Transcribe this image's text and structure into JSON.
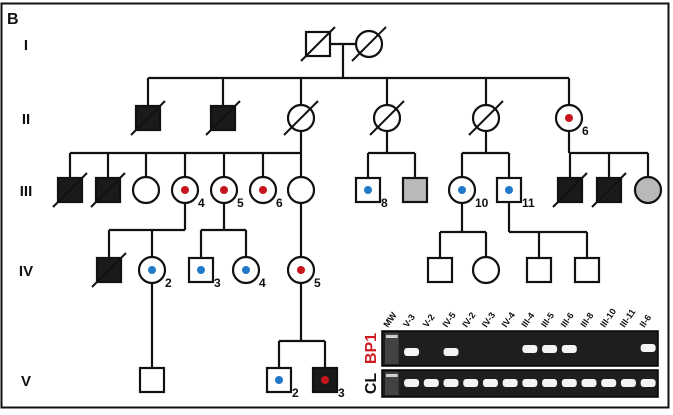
{
  "panel_label": "B",
  "colors": {
    "line": "#111111",
    "affected": "#1a1a1a",
    "unknown_grey": "#b9b9b9",
    "dot_red": "#c8141e",
    "dot_blue": "#1f78c8",
    "gel_bg": "#1e1e1e",
    "band": "#f4f4f4",
    "bp1_label": "#d01b23"
  },
  "generations": [
    {
      "label": "I"
    },
    {
      "label": "II"
    },
    {
      "label": "III"
    },
    {
      "label": "IV"
    },
    {
      "label": "V"
    }
  ],
  "individuals": [
    {
      "id": "I-1",
      "gen": 0,
      "sex": "M",
      "status": "unaffected",
      "deceased": true,
      "dot": null,
      "label": ""
    },
    {
      "id": "I-2",
      "gen": 0,
      "sex": "F",
      "status": "unaffected",
      "deceased": true,
      "dot": null,
      "label": ""
    },
    {
      "id": "II-1",
      "gen": 1,
      "sex": "M",
      "status": "affected",
      "deceased": true,
      "dot": null,
      "label": ""
    },
    {
      "id": "II-2",
      "gen": 1,
      "sex": "M",
      "status": "affected",
      "deceased": true,
      "dot": null,
      "label": ""
    },
    {
      "id": "II-3",
      "gen": 1,
      "sex": "F",
      "status": "unaffected",
      "deceased": true,
      "dot": null,
      "label": ""
    },
    {
      "id": "II-4",
      "gen": 1,
      "sex": "F",
      "status": "unaffected",
      "deceased": true,
      "dot": null,
      "label": ""
    },
    {
      "id": "II-5",
      "gen": 1,
      "sex": "F",
      "status": "unaffected",
      "deceased": true,
      "dot": null,
      "label": ""
    },
    {
      "id": "II-6",
      "gen": 1,
      "sex": "F",
      "status": "unaffected",
      "deceased": false,
      "dot": "red",
      "label": "6"
    },
    {
      "id": "III-1",
      "gen": 2,
      "sex": "M",
      "status": "affected",
      "deceased": true,
      "dot": null,
      "label": ""
    },
    {
      "id": "III-2",
      "gen": 2,
      "sex": "M",
      "status": "affected",
      "deceased": true,
      "dot": null,
      "label": ""
    },
    {
      "id": "III-3",
      "gen": 2,
      "sex": "F",
      "status": "unaffected",
      "deceased": false,
      "dot": null,
      "label": ""
    },
    {
      "id": "III-4",
      "gen": 2,
      "sex": "F",
      "status": "unaffected",
      "deceased": false,
      "dot": "red",
      "label": "4"
    },
    {
      "id": "III-5",
      "gen": 2,
      "sex": "F",
      "status": "unaffected",
      "deceased": false,
      "dot": "red",
      "label": "5"
    },
    {
      "id": "III-6",
      "gen": 2,
      "sex": "F",
      "status": "unaffected",
      "deceased": false,
      "dot": "red",
      "label": "6"
    },
    {
      "id": "III-7",
      "gen": 2,
      "sex": "F",
      "status": "unaffected",
      "deceased": false,
      "dot": null,
      "label": ""
    },
    {
      "id": "III-8",
      "gen": 2,
      "sex": "M",
      "status": "unaffected",
      "deceased": false,
      "dot": "blue",
      "label": "8"
    },
    {
      "id": "III-9",
      "gen": 2,
      "sex": "M",
      "status": "unknown",
      "deceased": false,
      "dot": null,
      "label": ""
    },
    {
      "id": "III-10",
      "gen": 2,
      "sex": "F",
      "status": "unaffected",
      "deceased": false,
      "dot": "blue",
      "label": "10"
    },
    {
      "id": "III-11",
      "gen": 2,
      "sex": "M",
      "status": "unaffected",
      "deceased": false,
      "dot": "blue",
      "label": "11"
    },
    {
      "id": "III-12",
      "gen": 2,
      "sex": "M",
      "status": "affected",
      "deceased": true,
      "dot": null,
      "label": ""
    },
    {
      "id": "III-13",
      "gen": 2,
      "sex": "M",
      "status": "affected",
      "deceased": true,
      "dot": null,
      "label": ""
    },
    {
      "id": "III-14",
      "gen": 2,
      "sex": "F",
      "status": "unknown",
      "deceased": false,
      "dot": null,
      "label": ""
    },
    {
      "id": "IV-1",
      "gen": 3,
      "sex": "M",
      "status": "affected",
      "deceased": true,
      "dot": null,
      "label": ""
    },
    {
      "id": "IV-2",
      "gen": 3,
      "sex": "F",
      "status": "unaffected",
      "deceased": false,
      "dot": "blue",
      "label": "2"
    },
    {
      "id": "IV-3",
      "gen": 3,
      "sex": "M",
      "status": "unaffected",
      "deceased": false,
      "dot": "blue",
      "label": "3"
    },
    {
      "id": "IV-4",
      "gen": 3,
      "sex": "F",
      "status": "unaffected",
      "deceased": false,
      "dot": "blue",
      "label": "4"
    },
    {
      "id": "IV-5",
      "gen": 3,
      "sex": "F",
      "status": "unaffected",
      "deceased": false,
      "dot": "red",
      "label": "5"
    },
    {
      "id": "IV-6",
      "gen": 3,
      "sex": "M",
      "status": "unaffected",
      "deceased": false,
      "dot": null,
      "label": ""
    },
    {
      "id": "IV-7",
      "gen": 3,
      "sex": "F",
      "status": "unaffected",
      "deceased": false,
      "dot": null,
      "label": ""
    },
    {
      "id": "IV-8",
      "gen": 3,
      "sex": "M",
      "status": "unaffected",
      "deceased": false,
      "dot": null,
      "label": ""
    },
    {
      "id": "IV-9",
      "gen": 3,
      "sex": "M",
      "status": "unaffected",
      "deceased": false,
      "dot": null,
      "label": ""
    },
    {
      "id": "V-1",
      "gen": 4,
      "sex": "M",
      "status": "unaffected",
      "deceased": false,
      "dot": null,
      "label": ""
    },
    {
      "id": "V-2",
      "gen": 4,
      "sex": "M",
      "status": "unaffected",
      "deceased": false,
      "dot": "blue",
      "label": "2"
    },
    {
      "id": "V-3",
      "gen": 4,
      "sex": "M",
      "status": "affected",
      "deceased": false,
      "dot": "red",
      "label": "3"
    }
  ],
  "gel": {
    "lanes": [
      "MW",
      "V-3",
      "V-2",
      "IV-5",
      "IV-2",
      "IV-3",
      "IV-4",
      "III-4",
      "III-5",
      "III-6",
      "III-8",
      "III-10",
      "III-11",
      "II-6"
    ],
    "rows": [
      {
        "label": "BP1",
        "bands": [
          false,
          true,
          false,
          true,
          false,
          false,
          false,
          true,
          true,
          true,
          false,
          false,
          false,
          true
        ]
      },
      {
        "label": "CL",
        "bands": [
          false,
          true,
          true,
          true,
          true,
          true,
          true,
          true,
          true,
          true,
          true,
          true,
          true,
          true
        ]
      }
    ]
  }
}
